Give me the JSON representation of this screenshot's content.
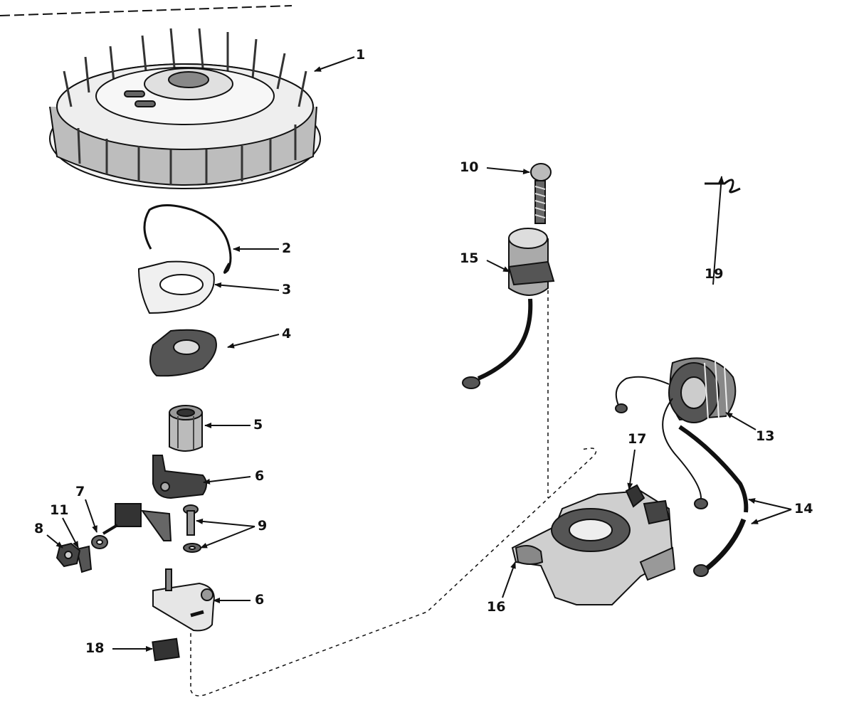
{
  "diagram": {
    "colors": {
      "ink": "#111111",
      "paper": "#ffffff",
      "shade": "#555555",
      "light": "#d9d9d9"
    },
    "callouts": [
      {
        "id": "c1",
        "label": "1"
      },
      {
        "id": "c2",
        "label": "2"
      },
      {
        "id": "c3",
        "label": "3"
      },
      {
        "id": "c4",
        "label": "4"
      },
      {
        "id": "c5",
        "label": "5"
      },
      {
        "id": "c6a",
        "label": "6"
      },
      {
        "id": "c6b",
        "label": "6"
      },
      {
        "id": "c7",
        "label": "7"
      },
      {
        "id": "c8",
        "label": "8"
      },
      {
        "id": "c9",
        "label": "9"
      },
      {
        "id": "c10",
        "label": "10"
      },
      {
        "id": "c11",
        "label": "11"
      },
      {
        "id": "c13",
        "label": "13"
      },
      {
        "id": "c14",
        "label": "14"
      },
      {
        "id": "c15",
        "label": "15"
      },
      {
        "id": "c16",
        "label": "16"
      },
      {
        "id": "c17",
        "label": "17"
      },
      {
        "id": "c18",
        "label": "18"
      },
      {
        "id": "c19",
        "label": "19"
      }
    ]
  }
}
